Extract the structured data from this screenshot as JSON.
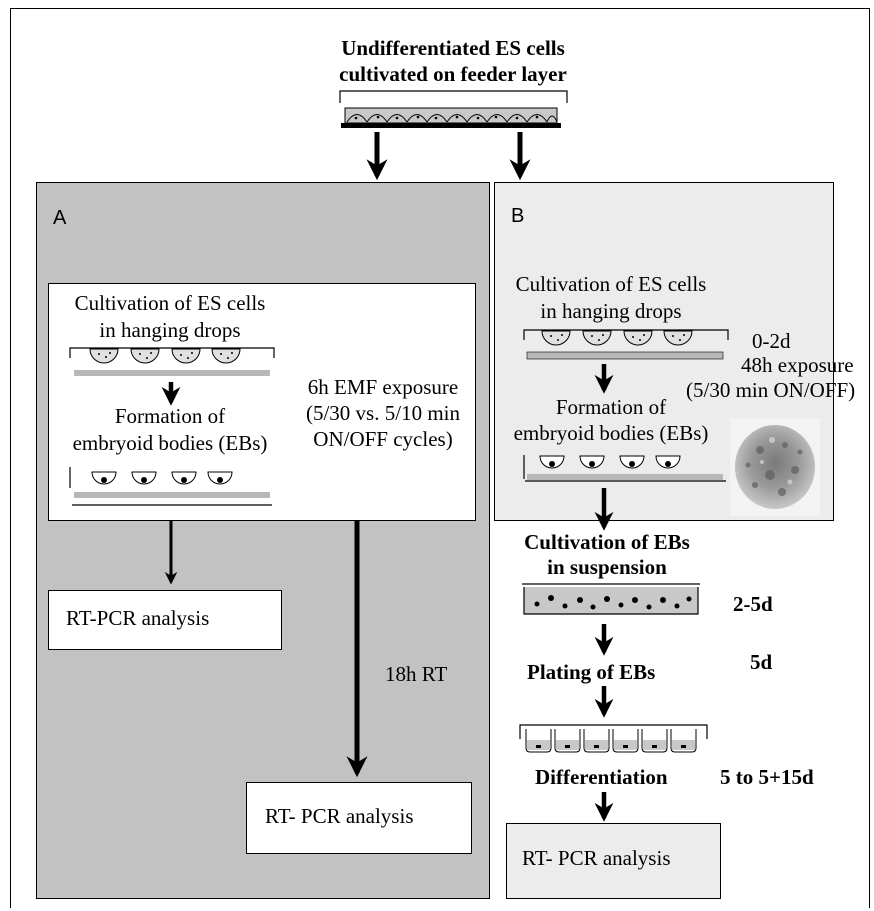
{
  "header": {
    "line1": "Undifferentiated ES cells",
    "line2": "cultivated on feeder layer"
  },
  "panel_a": {
    "label": "A",
    "inner": {
      "hanging_line1": "Cultivation of ES cells",
      "hanging_line2": "in hanging drops",
      "formation_line1": "Formation of",
      "formation_line2": "embryoid bodies (EBs)"
    },
    "exposure_line1": "6h EMF exposure",
    "exposure_line2": "(5/30 vs. 5/10 min",
    "exposure_line3": "ON/OFF cycles)",
    "rtpcr_1": "RT-PCR analysis",
    "rt_18h": "18h RT",
    "rtpcr_2": "RT- PCR analysis"
  },
  "panel_b": {
    "label": "B",
    "hanging_line1": "Cultivation of ES cells",
    "hanging_line2": "in hanging drops",
    "time_0_2d": "0-2d",
    "exposure_line1": "48h exposure",
    "exposure_line2": "(5/30 min ON/OFF)",
    "formation_line1": "Formation of",
    "formation_line2": "embryoid bodies (EBs)"
  },
  "steps": {
    "suspension_line1": "Cultivation of EBs",
    "suspension_line2": "in suspension",
    "time_suspension": "2-5d",
    "plating": "Plating of EBs",
    "time_plating": "5d",
    "differentiation": "Differentiation",
    "time_differentiation": "5 to 5+15d",
    "rtpcr_final": "RT- PCR analysis"
  },
  "colors": {
    "panel_a_bg": "#c2c2c2",
    "panel_b_bg": "#ececec",
    "dish_fill": "#b8b8b8"
  }
}
